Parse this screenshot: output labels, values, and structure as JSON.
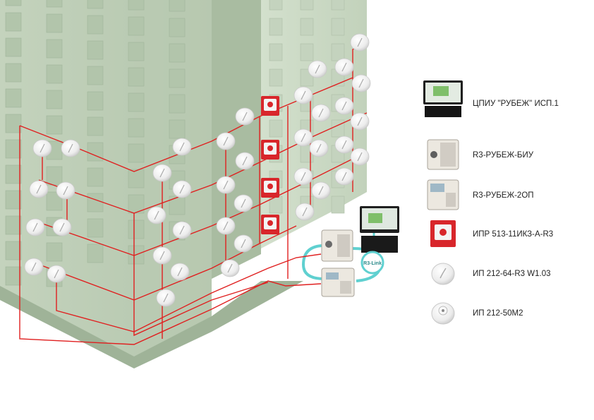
{
  "colors": {
    "building_wall": "#c7d6c0",
    "building_wall_dark": "#a9bca2",
    "building_wall_light": "#d6e2d0",
    "window": "#b3c7ad",
    "loop_wire": "#e02020",
    "link_wire": "#5fd0d0",
    "call_point": "#d8262b",
    "detector": "#f4f4f4"
  },
  "badge": {
    "label": "R3-Link"
  },
  "legend": {
    "items": [
      {
        "icon": "workstation-icon",
        "label": "ЦПИУ \"РУБЕЖ\" ИСП.1"
      },
      {
        "icon": "display-unit-icon",
        "label": "R3-РУБЕЖ-БИУ"
      },
      {
        "icon": "control-panel-icon",
        "label": "R3-РУБЕЖ-2ОП"
      },
      {
        "icon": "manual-call-point-icon",
        "label": "ИПР 513-11ИКЗ-А-R3"
      },
      {
        "icon": "smoke-detector-icon",
        "label": "ИП 212-64-R3 W1.03"
      },
      {
        "icon": "heat-smoke-detector-icon",
        "label": "ИП 212-50М2"
      }
    ]
  }
}
